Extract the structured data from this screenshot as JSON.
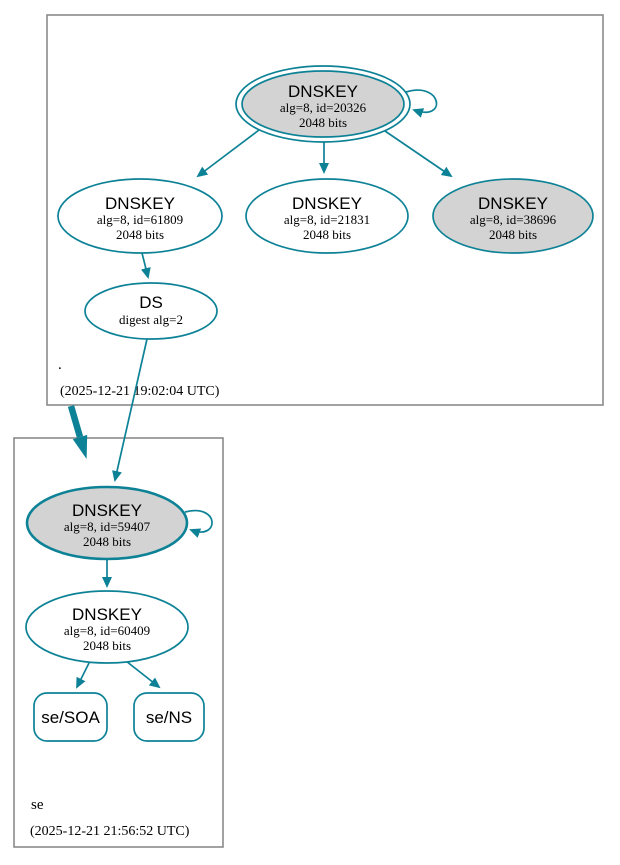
{
  "diagram_type": "dnssec-authentication-chain",
  "colors": {
    "edge_teal": "#0d8296",
    "node_fill_gray": "#d3d3d3",
    "node_fill_white": "#ffffff",
    "box_border_gray": "#8a8a8a",
    "text_black": "#000000"
  },
  "zones": {
    "root": {
      "name": ".",
      "timestamp": "(2025-12-21 19:02:04 UTC)"
    },
    "se": {
      "name": "se",
      "timestamp": "(2025-12-21 21:56:52 UTC)"
    }
  },
  "nodes": {
    "key20326": {
      "title": "DNSKEY",
      "detail": "alg=8, id=20326",
      "bits": "2048 bits",
      "style": "double-ring trust anchor, gray fill, self-signed"
    },
    "key61809": {
      "title": "DNSKEY",
      "detail": "alg=8, id=61809",
      "bits": "2048 bits",
      "style": "white fill"
    },
    "key21831": {
      "title": "DNSKEY",
      "detail": "alg=8, id=21831",
      "bits": "2048 bits",
      "style": "white fill"
    },
    "key38696": {
      "title": "DNSKEY",
      "detail": "alg=8, id=38696",
      "bits": "2048 bits",
      "style": "gray fill"
    },
    "ds": {
      "title": "DS",
      "detail": "digest alg=2",
      "style": "white fill"
    },
    "key59407": {
      "title": "DNSKEY",
      "detail": "alg=8, id=59407",
      "bits": "2048 bits",
      "style": "gray fill, thick border, self-signed"
    },
    "key60409": {
      "title": "DNSKEY",
      "detail": "alg=8, id=60409",
      "bits": "2048 bits",
      "style": "white fill"
    },
    "soa": {
      "label": "se/SOA"
    },
    "ns": {
      "label": "se/NS"
    }
  },
  "edges": [
    {
      "from": "key20326",
      "to": "key20326",
      "type": "self-sign-loop"
    },
    {
      "from": "key20326",
      "to": "key61809",
      "type": "signs"
    },
    {
      "from": "key20326",
      "to": "key21831",
      "type": "signs"
    },
    {
      "from": "key20326",
      "to": "key38696",
      "type": "signs"
    },
    {
      "from": "key61809",
      "to": "ds",
      "type": "signs"
    },
    {
      "from": "ds",
      "to": "key59407",
      "type": "authenticates"
    },
    {
      "from": "zone-root",
      "to": "zone-se",
      "type": "delegation-thick-arrow"
    },
    {
      "from": "key59407",
      "to": "key59407",
      "type": "self-sign-loop"
    },
    {
      "from": "key59407",
      "to": "key60409",
      "type": "signs"
    },
    {
      "from": "key60409",
      "to": "soa",
      "type": "signs"
    },
    {
      "from": "key60409",
      "to": "ns",
      "type": "signs"
    }
  ]
}
